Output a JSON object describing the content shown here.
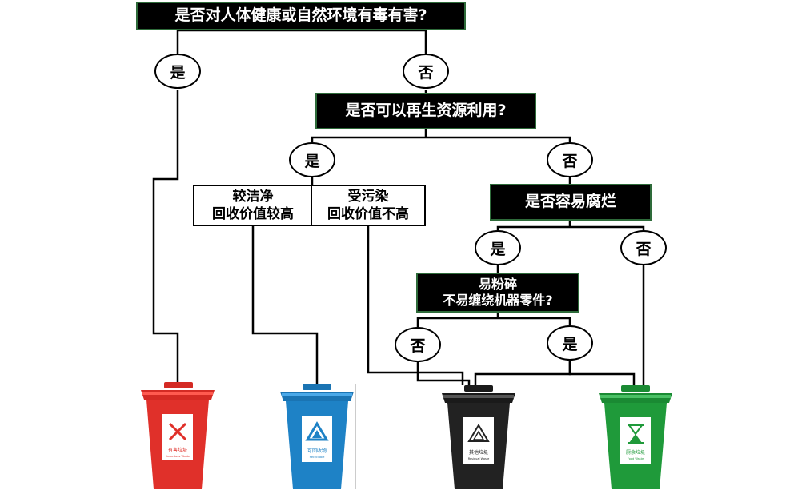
{
  "questions": {
    "q1": "是否对人体健康或自然环境有毒有害?",
    "q2": "是否可以再生资源利用?",
    "q3": "是否容易腐烂",
    "q4_line1": "易粉碎",
    "q4_line2": "不易缠绕机器零件?"
  },
  "answers": {
    "yes": "是",
    "no": "否"
  },
  "split_boxes": {
    "clean_line1": "较洁净",
    "clean_line2": "回收价值较高",
    "polluted_line1": "受污染",
    "polluted_line2": "回收价值不高"
  },
  "bins": [
    {
      "label_cn": "有害垃圾",
      "label_en": "Hazardous Waste",
      "color": "#e0302a",
      "lid": "#d42a24",
      "icon": "x-icon"
    },
    {
      "label_cn": "可回收物",
      "label_en": "Recyclable",
      "color": "#1e82c6",
      "lid": "#1a74b3",
      "icon": "recycle-icon"
    },
    {
      "label_cn": "其他垃圾",
      "label_en": "Residual Waste",
      "color": "#222222",
      "lid": "#1a1a1a",
      "icon": "recycle-outline-icon"
    },
    {
      "label_cn": "厨余垃圾",
      "label_en": "Food Waste",
      "color": "#1f9a3a",
      "lid": "#1a8a33",
      "icon": "hourglass-icon"
    }
  ]
}
